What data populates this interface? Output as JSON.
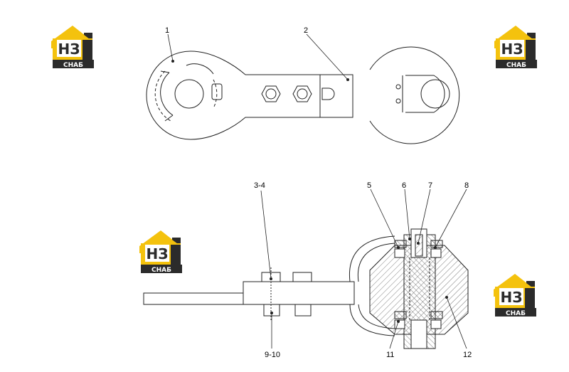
{
  "logo": {
    "letters": "НЗ",
    "caption": "СНАБ",
    "color_yellow": "#f4c20d",
    "color_dark": "#2b2b2b"
  },
  "callouts": {
    "c1": "1",
    "c2": "2",
    "c3_4": "3-4",
    "c5": "5",
    "c6": "6",
    "c7": "7",
    "c8": "8",
    "c9_10": "9-10",
    "c11": "11",
    "c12": "12"
  }
}
